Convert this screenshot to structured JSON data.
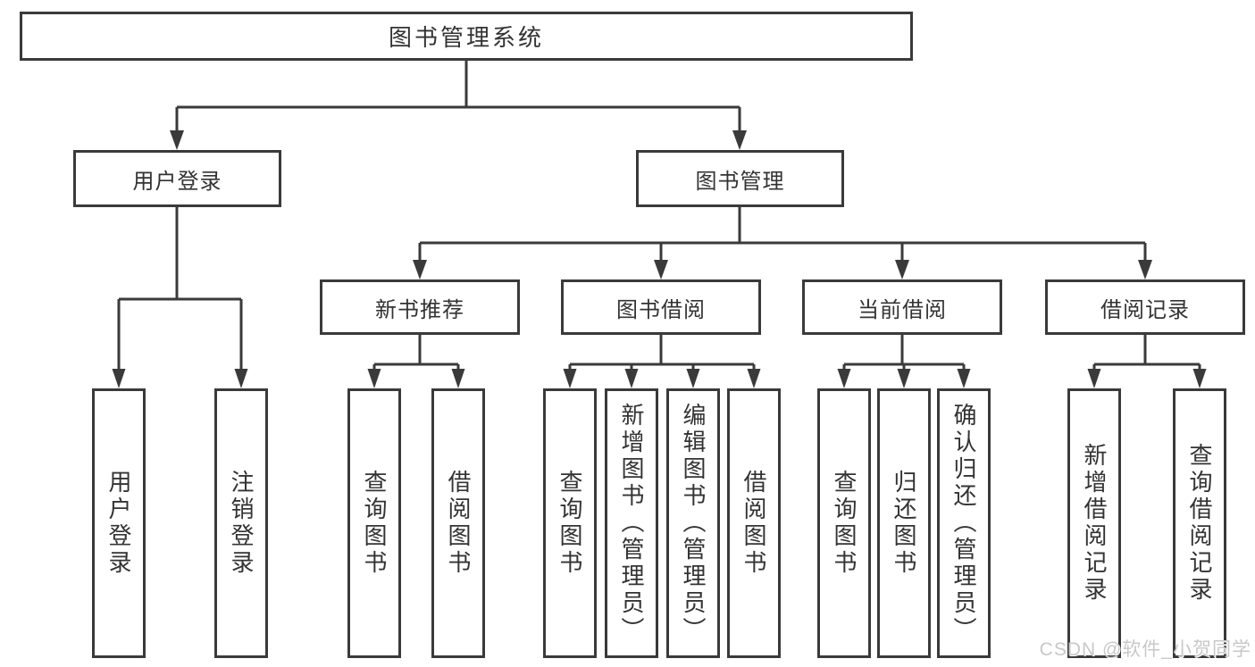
{
  "diagram": {
    "type": "hierarchy-tree",
    "title": "图书管理系统",
    "watermark": "CSDN @软件_小贺同学",
    "colors": {
      "line": "#3a3a3a",
      "text": "#333333",
      "background": "#ffffff",
      "watermark": "#c8c8c8"
    },
    "tree": {
      "label": "图书管理系统",
      "children": [
        {
          "label": "用户登录",
          "children": [
            {
              "label": "用户登录"
            },
            {
              "label": "注销登录"
            }
          ]
        },
        {
          "label": "图书管理",
          "children": [
            {
              "label": "新书推荐",
              "children": [
                {
                  "label": "查询图书"
                },
                {
                  "label": "借阅图书"
                }
              ]
            },
            {
              "label": "图书借阅",
              "children": [
                {
                  "label": "查询图书"
                },
                {
                  "label": "新增图书（管理员）"
                },
                {
                  "label": "编辑图书（管理员）"
                },
                {
                  "label": "借阅图书"
                }
              ]
            },
            {
              "label": "当前借阅",
              "children": [
                {
                  "label": "查询图书"
                },
                {
                  "label": "归还图书"
                },
                {
                  "label": "确认归还（管理员）"
                }
              ]
            },
            {
              "label": "借阅记录",
              "children": [
                {
                  "label": "新增借阅记录"
                },
                {
                  "label": "查询借阅记录"
                }
              ]
            }
          ]
        }
      ]
    }
  }
}
